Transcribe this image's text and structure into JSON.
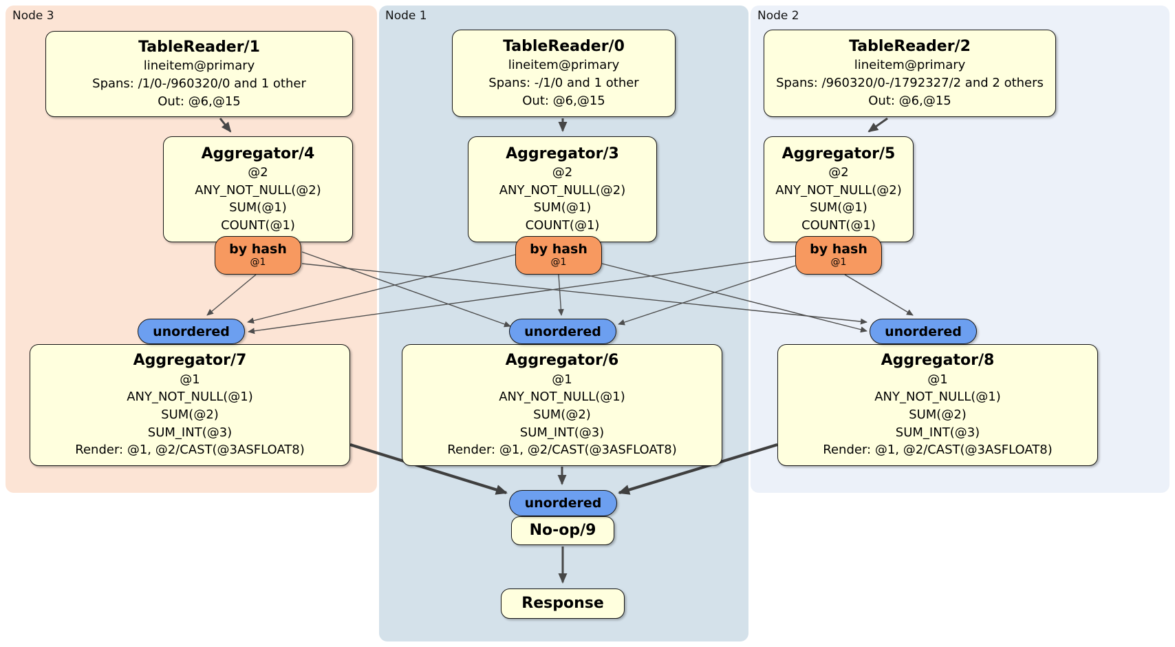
{
  "colors": {
    "node3_panel_bg": "#fce4d5",
    "node1_panel_bg": "#d4e1ea",
    "node2_panel_bg": "#ecf1f9",
    "processor_box_bg": "#ffffde",
    "hash_router_pill_bg": "#f79960",
    "stream_pill_bg": "#6c9ff0",
    "edge_color": "#4d4d4d"
  },
  "panels": {
    "node3": {
      "label": "Node 3"
    },
    "node1": {
      "label": "Node 1"
    },
    "node2": {
      "label": "Node 2"
    }
  },
  "processors": {
    "tr1": {
      "title": "TableReader/1",
      "lines": [
        "lineitem@primary",
        "Spans: /1/0-/960320/0 and 1 other",
        "Out: @6,@15"
      ]
    },
    "tr0": {
      "title": "TableReader/0",
      "lines": [
        "lineitem@primary",
        "Spans: -/1/0 and 1 other",
        "Out: @6,@15"
      ]
    },
    "tr2": {
      "title": "TableReader/2",
      "lines": [
        "lineitem@primary",
        "Spans: /960320/0-/1792327/2 and 2 others",
        "Out: @6,@15"
      ]
    },
    "agg4": {
      "title": "Aggregator/4",
      "lines": [
        "@2",
        "ANY_NOT_NULL(@2)",
        "SUM(@1)",
        "COUNT(@1)"
      ]
    },
    "agg3": {
      "title": "Aggregator/3",
      "lines": [
        "@2",
        "ANY_NOT_NULL(@2)",
        "SUM(@1)",
        "COUNT(@1)"
      ]
    },
    "agg5": {
      "title": "Aggregator/5",
      "lines": [
        "@2",
        "ANY_NOT_NULL(@2)",
        "SUM(@1)",
        "COUNT(@1)"
      ]
    },
    "agg7": {
      "title": "Aggregator/7",
      "lines": [
        "@1",
        "ANY_NOT_NULL(@1)",
        "SUM(@2)",
        "SUM_INT(@3)",
        "Render: @1, @2/CAST(@3ASFLOAT8)"
      ]
    },
    "agg6": {
      "title": "Aggregator/6",
      "lines": [
        "@1",
        "ANY_NOT_NULL(@1)",
        "SUM(@2)",
        "SUM_INT(@3)",
        "Render: @1, @2/CAST(@3ASFLOAT8)"
      ]
    },
    "agg8": {
      "title": "Aggregator/8",
      "lines": [
        "@1",
        "ANY_NOT_NULL(@1)",
        "SUM(@2)",
        "SUM_INT(@3)",
        "Render: @1, @2/CAST(@3ASFLOAT8)"
      ]
    },
    "noop": {
      "title": "No-op/9"
    },
    "response": {
      "title": "Response"
    }
  },
  "routers": {
    "by_hash": {
      "label": "by hash",
      "detail": "@1"
    }
  },
  "streams": {
    "unordered": {
      "label": "unordered"
    }
  }
}
